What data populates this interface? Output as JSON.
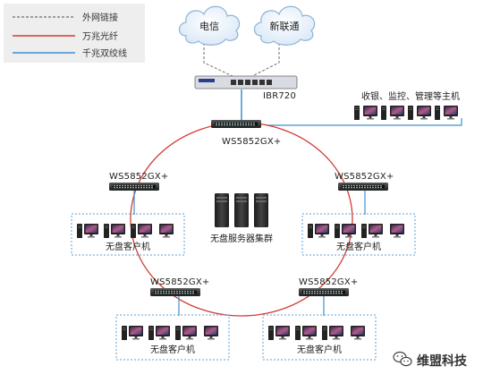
{
  "legend": {
    "items": [
      {
        "label": "外网链接",
        "style": "dashed",
        "color": "#6e6e6e"
      },
      {
        "label": "万兆光纤",
        "style": "solid",
        "color": "#d23c32"
      },
      {
        "label": "千兆双绞线",
        "style": "solid",
        "color": "#3e8fd0"
      }
    ]
  },
  "clouds": [
    {
      "label": "电信"
    },
    {
      "label": "新联通"
    }
  ],
  "router": {
    "label": "IBR720"
  },
  "core_switch": {
    "label": "WS5852GX+"
  },
  "hosts_group": {
    "label": "收银、监控、管理等主机"
  },
  "ring_switches": [
    {
      "label": "WS5852GX+"
    },
    {
      "label": "WS5852GX+"
    },
    {
      "label": "WS5852GX+"
    },
    {
      "label": "WS5852GX+"
    }
  ],
  "server_cluster": {
    "label": "无盘服务器集群"
  },
  "client_groups": [
    {
      "label": "无盘客户机"
    },
    {
      "label": "无盘客户机"
    },
    {
      "label": "无盘客户机"
    },
    {
      "label": "无盘客户机"
    }
  ],
  "watermark": {
    "label": "维盟科技"
  },
  "colors": {
    "fiber": "#d23c32",
    "copper": "#3e8fd0",
    "external": "#6e6e6e",
    "group_border": "#5aa0d8"
  }
}
